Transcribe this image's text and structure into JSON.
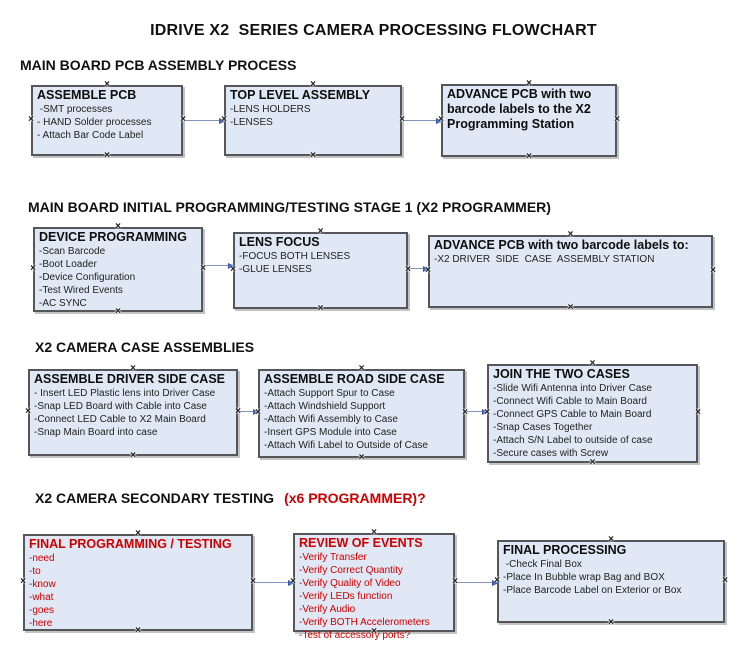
{
  "title": "IDRIVE X2  SERIES CAMERA PROCESSING FLOWCHART",
  "colors": {
    "background": "#ffffff",
    "box_fill": "#dfe8f4",
    "box_border": "#55565a",
    "text": "#111111",
    "red_text": "#cc0000",
    "connector_line": "#8296bd",
    "connector_arrow": "#3a5ba9"
  },
  "sections": [
    {
      "heading": "MAIN BOARD PCB ASSEMBLY PROCESS",
      "boxes": [
        {
          "title": "ASSEMBLE PCB",
          "items": [
            " -SMT processes",
            "- HAND Solder processes",
            "- Attach Bar Code Label"
          ]
        },
        {
          "title": "TOP LEVEL ASSEMBLY",
          "items": [
            "-LENS HOLDERS",
            "-LENSES"
          ]
        },
        {
          "title": "ADVANCE PCB with two barcode labels to the X2 Programming Station",
          "items": []
        }
      ]
    },
    {
      "heading": "MAIN BOARD INITIAL PROGRAMMING/TESTING STAGE 1 (X2 PROGRAMMER)",
      "boxes": [
        {
          "title": "DEVICE PROGRAMMING",
          "items": [
            "-Scan Barcode",
            "-Boot Loader",
            "-Device Configuration",
            "-Test Wired Events",
            "-AC SYNC"
          ]
        },
        {
          "title": "LENS FOCUS",
          "items": [
            "-FOCUS BOTH LENSES",
            "-GLUE LENSES"
          ]
        },
        {
          "title": "ADVANCE PCB with two barcode labels to:",
          "items": [
            "-X2 DRIVER  SIDE  CASE  ASSEMBLY STATION"
          ]
        }
      ]
    },
    {
      "heading": "X2 CAMERA CASE ASSEMBLIES",
      "boxes": [
        {
          "title": "ASSEMBLE DRIVER SIDE CASE",
          "items": [
            "- Insert LED Plastic lens into Driver Case",
            "-Snap LED Board with Cable into Case",
            "-Connect LED Cable to X2 Main Board",
            "-Snap Main Board into case"
          ]
        },
        {
          "title": "ASSEMBLE ROAD SIDE CASE",
          "items": [
            "-Attach Support Spur to Case",
            "-Attach Windshield Support",
            "-Attach Wifi Assembly to Case",
            "-Insert GPS Module into Case",
            "-Attach Wifi Label to Outside of Case"
          ]
        },
        {
          "title": "JOIN THE TWO CASES",
          "items": [
            "-Slide Wifi Antenna into Driver Case",
            "-Connect Wifi Cable to Main Board",
            "-Connect GPS Cable to Main Board",
            "-Snap Cases Together",
            "-Attach S/N Label to outside of case",
            "-Secure cases with Screw"
          ]
        }
      ]
    },
    {
      "heading": "X2 CAMERA SECONDARY TESTING",
      "heading_accent": "(x6 PROGRAMMER)?",
      "boxes": [
        {
          "title": "FINAL PROGRAMMING / TESTING",
          "text_color": "#cc0000",
          "items": [
            "-need",
            "-to",
            "-know",
            "-what",
            "-goes",
            "-here"
          ]
        },
        {
          "title": "REVIEW OF EVENTS",
          "text_color": "#cc0000",
          "items": [
            "-Verify Transfer",
            "-Verify Correct Quantity",
            "-Verify Quality of Video",
            "-Verify LEDs function",
            "-Verify Audio",
            "-Verify BOTH Accelerometers",
            "-Test of accessory ports?"
          ]
        },
        {
          "title": "FINAL PROCESSING",
          "items": [
            " -Check Final Box",
            "-Place In Bubble wrap Bag and BOX",
            "-Place Barcode Label on Exterior or Box"
          ]
        }
      ]
    }
  ]
}
